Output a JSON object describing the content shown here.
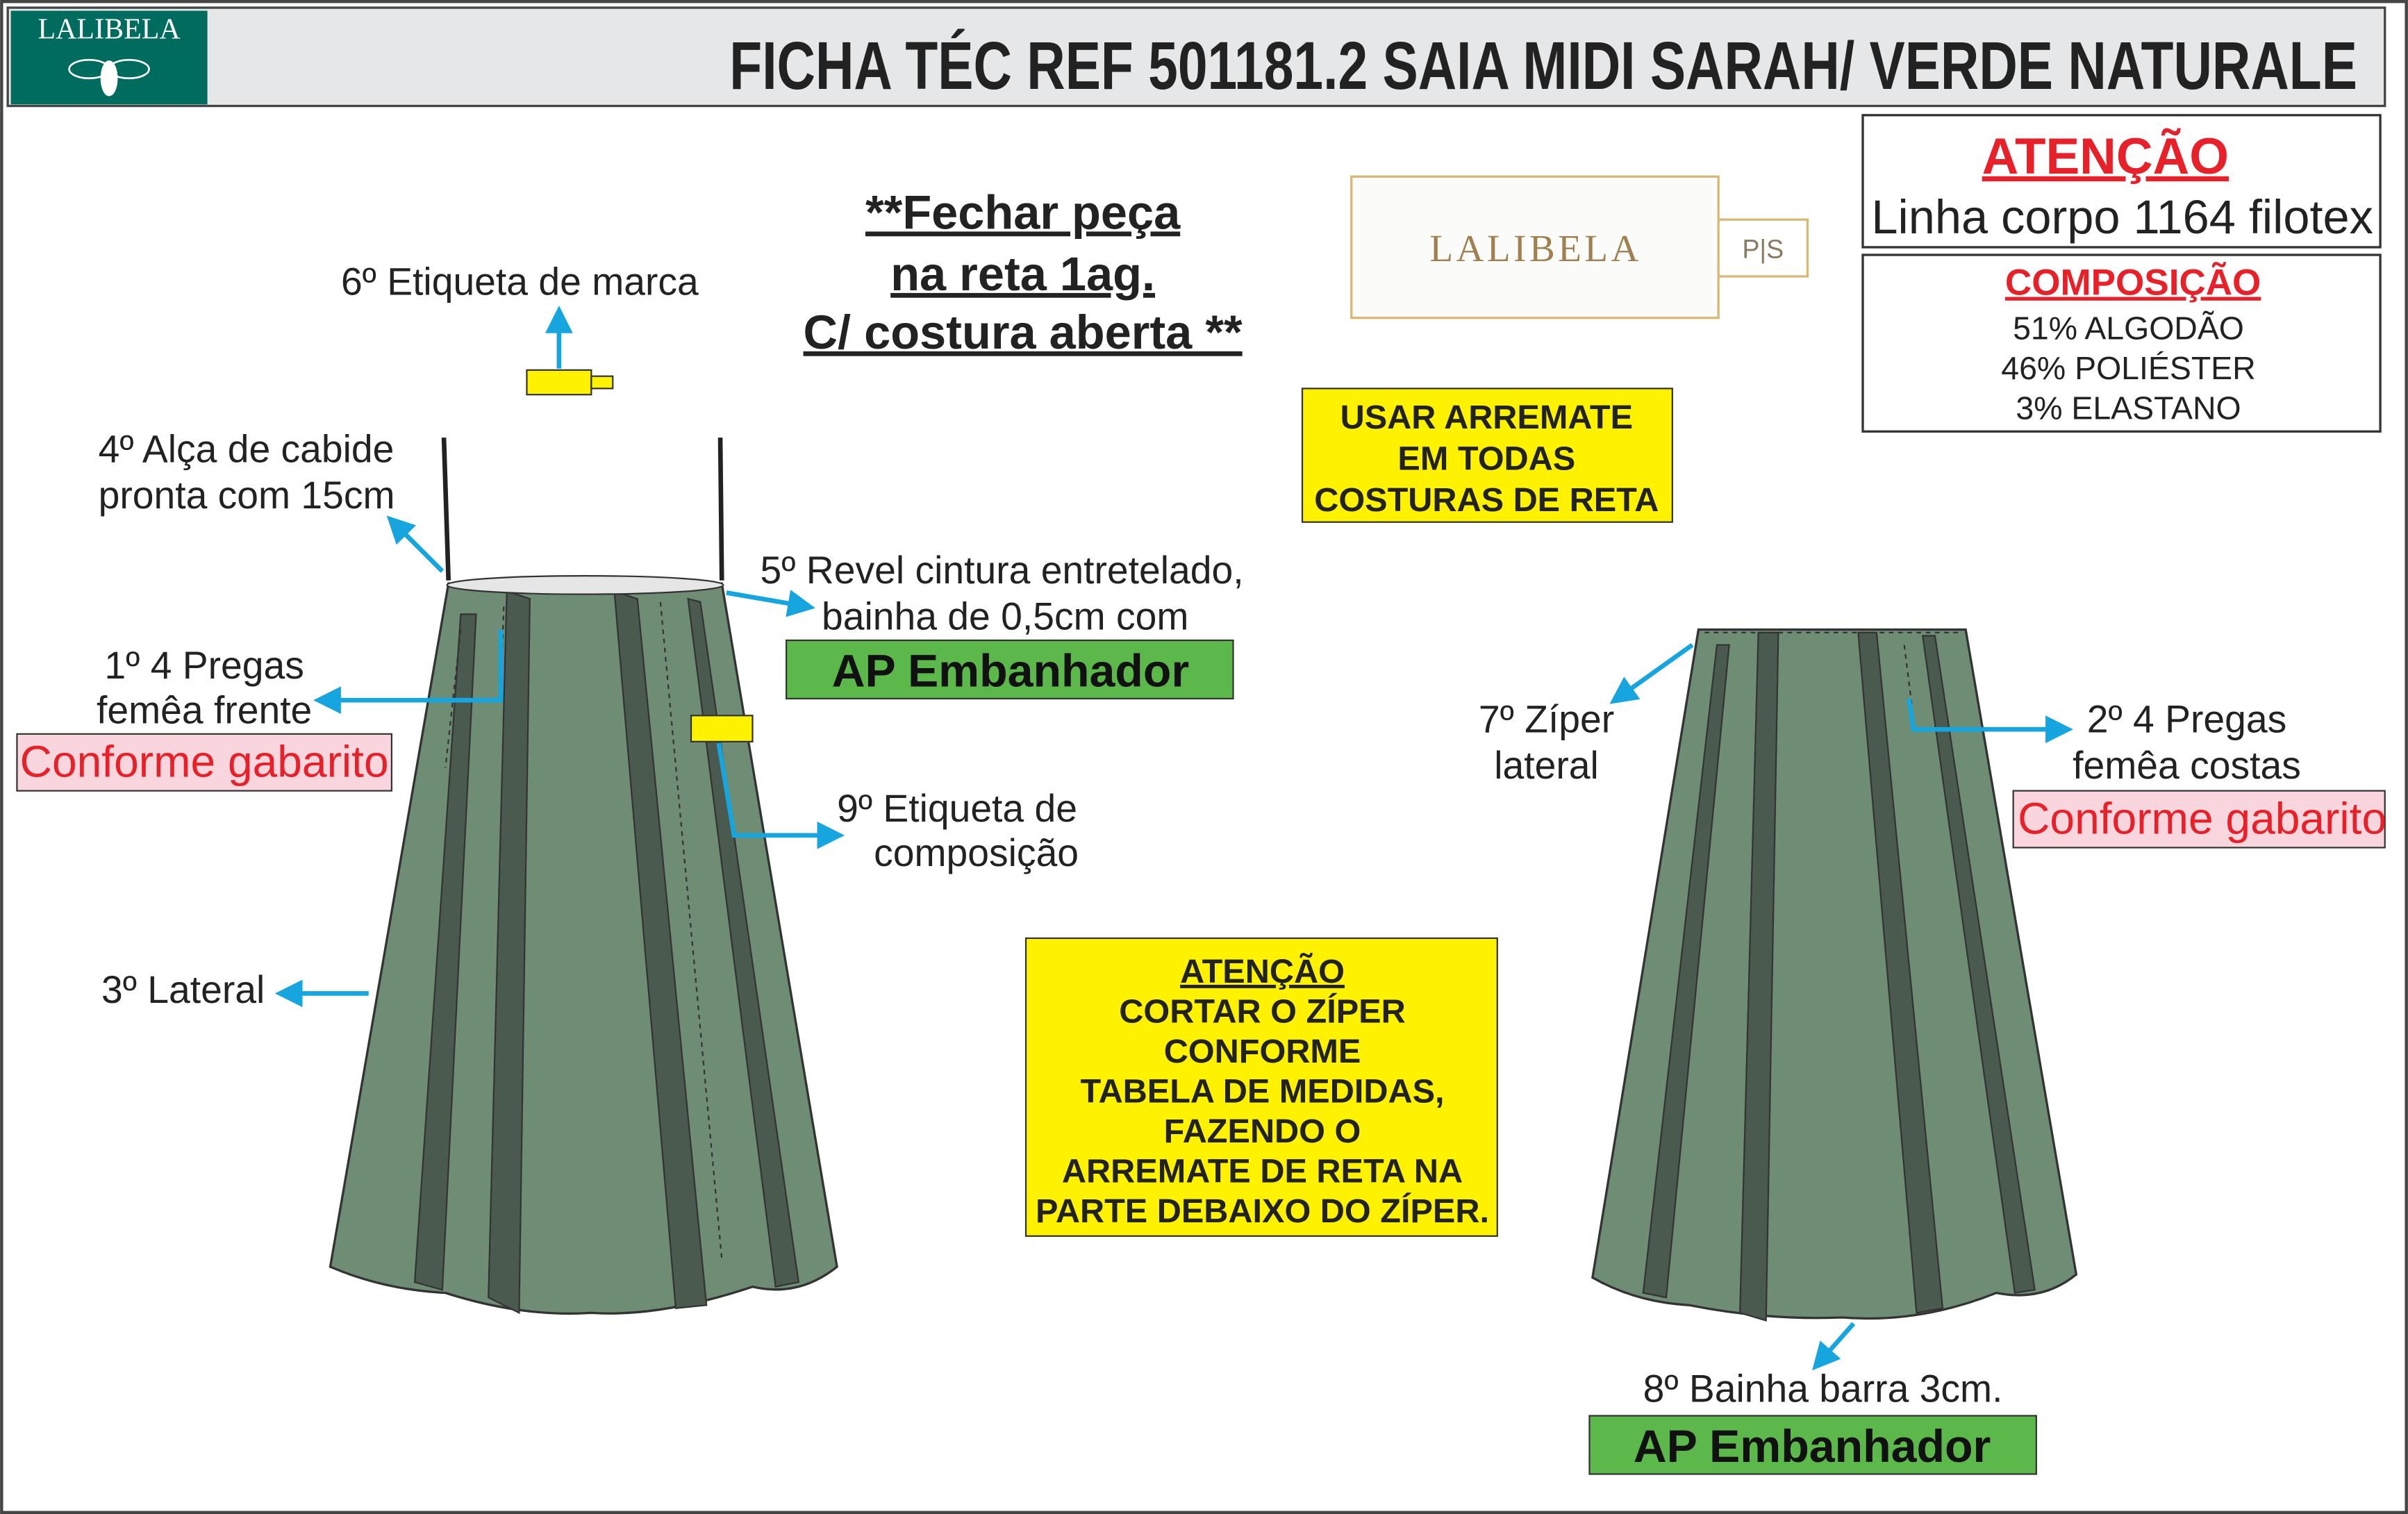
{
  "header": {
    "brand_logo_text": "LALIBELA",
    "title": "FICHA TÉC REF 501181.2 SAIA MIDI SARAH/ VERDE NATURALE"
  },
  "attention_box": {
    "title": "ATENÇÃO",
    "text": "Linha corpo 1164 filotex"
  },
  "composition": {
    "title": "COMPOSIÇÃO",
    "lines": [
      "51% ALGODÃO",
      "46% POLIÉSTER",
      "3% ELASTANO"
    ]
  },
  "brand_label": {
    "text": "LALIBELA",
    "size": "P|S"
  },
  "note_close": [
    "**Fechar peça",
    "na reta 1ag.",
    "C/ costura aberta **"
  ],
  "note_arremate": [
    "USAR ARREMATE",
    "EM TODAS",
    "COSTURAS DE RETA"
  ],
  "note_zipper": [
    "ATENÇÃO",
    "CORTAR O ZÍPER",
    "CONFORME",
    "TABELA DE MEDIDAS,",
    "FAZENDO O",
    "ARREMATE DE RETA NA",
    "PARTE DEBAIXO DO ZÍPER."
  ],
  "callouts": {
    "c6": "6º Etiqueta de marca",
    "c4": [
      "4º Alça de cabide",
      "pronta com 15cm"
    ],
    "c5": [
      "5º Revel cintura entretelado,",
      "bainha de 0,5cm com"
    ],
    "c5_tag": "AP Embanhador",
    "c1": [
      "1º 4 Pregas",
      "femêa frente"
    ],
    "c1_tag": "Conforme gabarito",
    "c9": [
      "9º Etiqueta de",
      "composição"
    ],
    "c3": "3º Lateral",
    "c7": [
      "7º Zíper",
      "lateral"
    ],
    "c2": [
      "2º 4 Pregas",
      "femêa costas"
    ],
    "c2_tag": "Conforme gabarito",
    "c8": "8º Bainha barra 3cm.",
    "c8_tag": "AP Embanhador"
  },
  "colors": {
    "fabric": "#6f8c75",
    "arrow": "#17a5e0",
    "brand": "#006b5f",
    "highlight": "#fff200",
    "tag_green": "#5cb84a",
    "tag_pink": "#f9d5de",
    "red": "#e8202a"
  }
}
